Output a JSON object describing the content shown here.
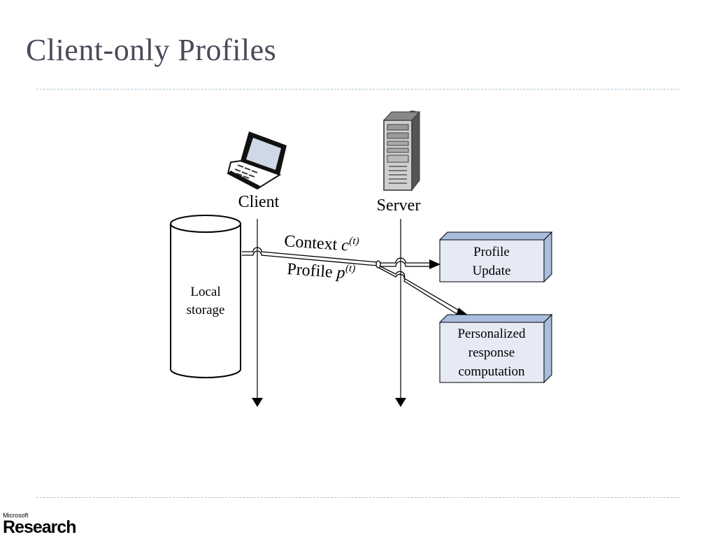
{
  "slide": {
    "title": "Client-only Profiles"
  },
  "diagram": {
    "client_label": "Client",
    "server_label": "Server",
    "storage_label_1": "Local",
    "storage_label_2": "storage",
    "context_label": "Context ",
    "context_var": "c",
    "context_sup": "(t)",
    "profile_label": "Profile ",
    "profile_var": "p",
    "profile_sup": "(t)",
    "box_profile_update_1": "Profile",
    "box_profile_update_2": "Update",
    "box_personalized_1": "Personalized",
    "box_personalized_2": "response",
    "box_personalized_3": "computation",
    "icons": [
      "laptop-icon",
      "server-icon"
    ],
    "colors": {
      "box_fill": "#e6eaf5",
      "box_side": "#a9bddd",
      "title": "#4a4a5a"
    }
  },
  "footer": {
    "logo_small": "Microsoft",
    "logo_big": "Research"
  }
}
